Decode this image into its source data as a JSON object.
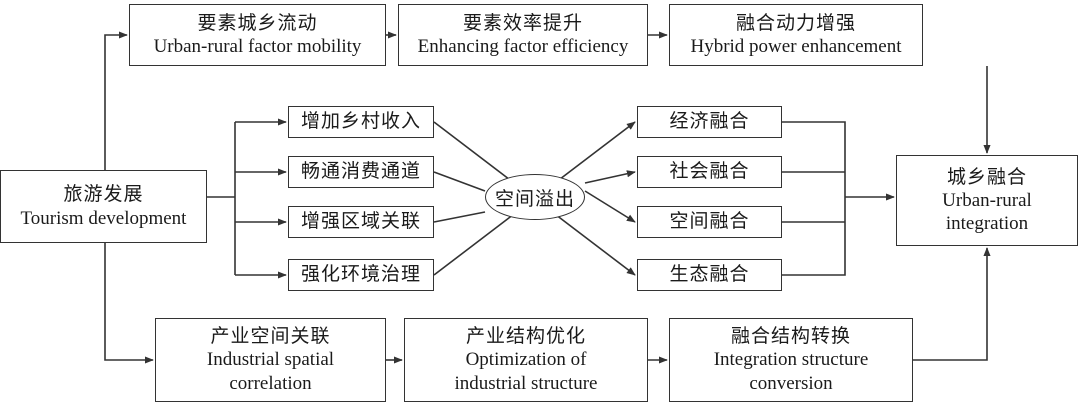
{
  "top_row": [
    {
      "zh": "要素城乡流动",
      "en": "Urban-rural factor mobility"
    },
    {
      "zh": "要素效率提升",
      "en": "Enhancing factor efficiency"
    },
    {
      "zh": "融合动力增强",
      "en": "Hybrid power enhancement"
    }
  ],
  "source": {
    "zh": "旅游发展",
    "en": "Tourism development"
  },
  "target": {
    "zh": "城乡融合",
    "en1": "Urban-rural",
    "en2": "integration"
  },
  "middle_left": [
    "增加乡村收入",
    "畅通消费通道",
    "增强区域关联",
    "强化环境治理"
  ],
  "middle_right": [
    "经济融合",
    "社会融合",
    "空间融合",
    "生态融合"
  ],
  "spillover": "空间溢出",
  "bottom_row": [
    {
      "zh": "产业空间关联",
      "en1": "Industrial spatial",
      "en2": "correlation"
    },
    {
      "zh": "产业结构优化",
      "en1": "Optimization of",
      "en2": "industrial structure"
    },
    {
      "zh": "融合结构转换",
      "en1": "Integration structure",
      "en2": "conversion"
    }
  ]
}
